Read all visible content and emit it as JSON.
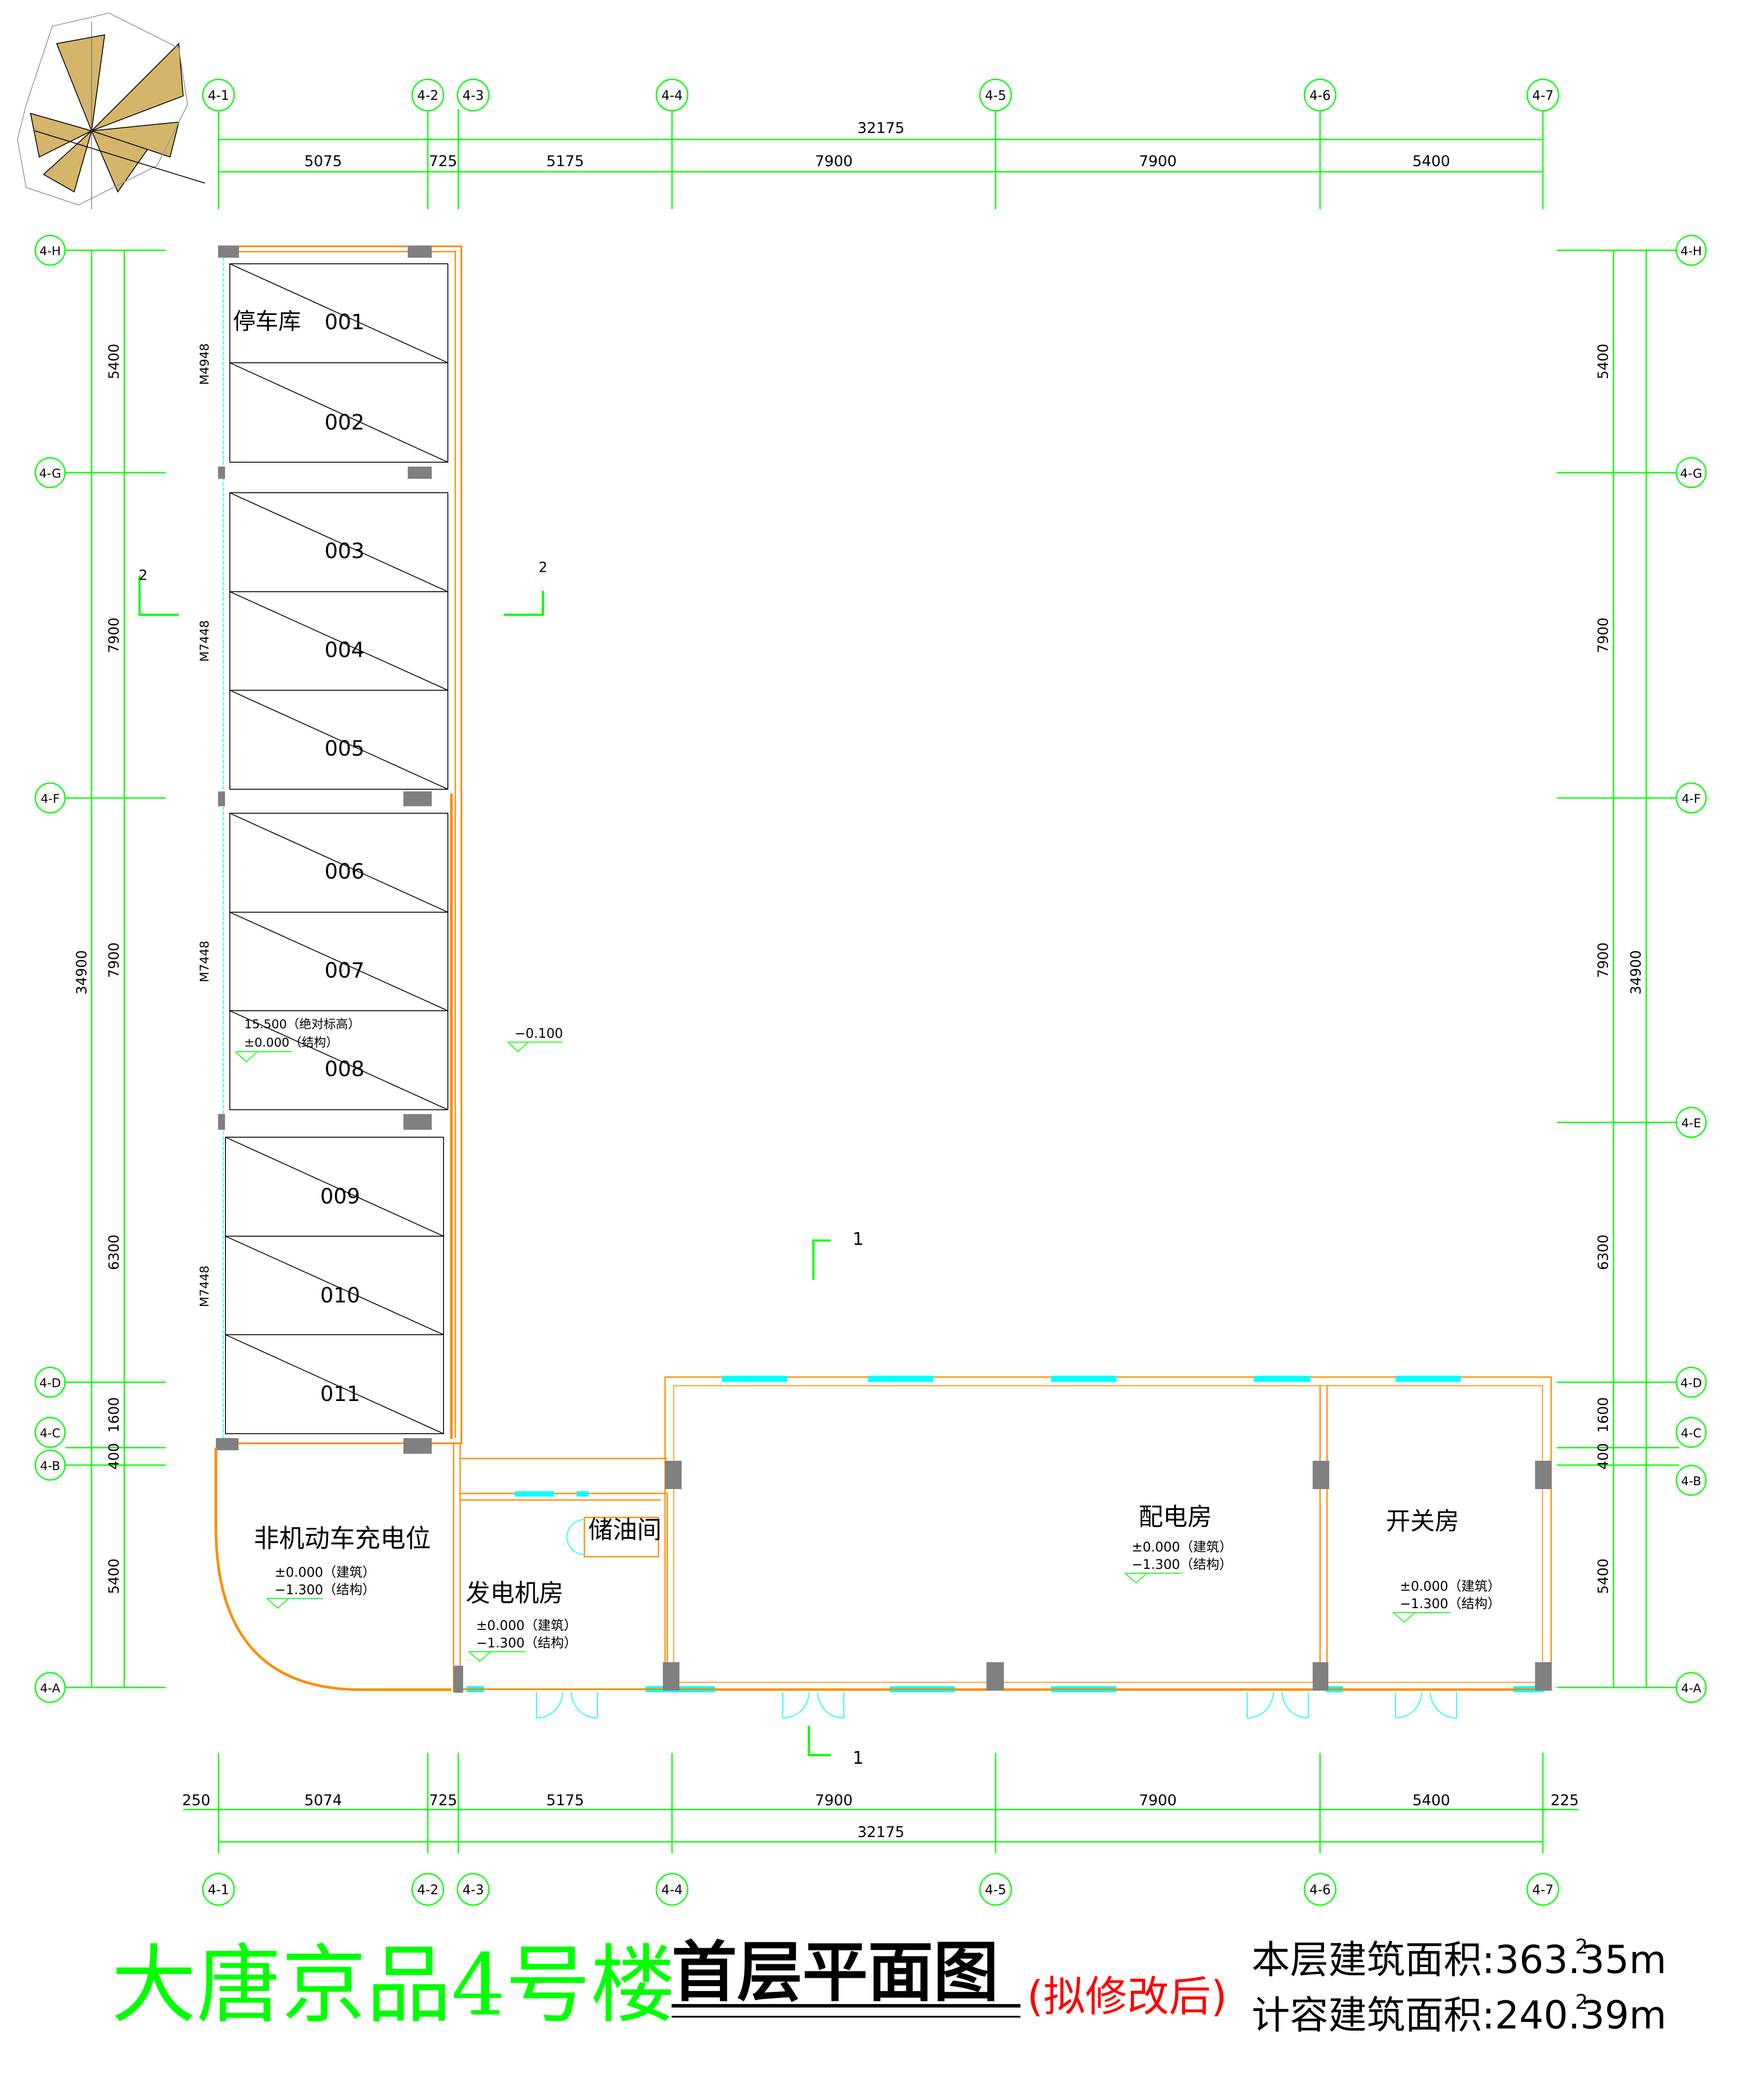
{
  "colors": {
    "dim": "#00ff00",
    "wall": "#ff8c00",
    "window": "#00ffff",
    "column": "#808080",
    "text": "#000000",
    "title_green": "#00ff00",
    "title_red": "#ff0000",
    "rooms": "#000000"
  },
  "axes_top": [
    "4-1",
    "4-2",
    "4-3",
    "4-4",
    "4-5",
    "4-6",
    "4-7"
  ],
  "axes_side": [
    "4-H",
    "4-G",
    "4-F",
    "4-E",
    "4-D",
    "4-C",
    "4-B",
    "4-A"
  ],
  "dims_top": {
    "total": "32175",
    "segments": [
      "5075",
      "725",
      "5175",
      "7900",
      "7900",
      "5400"
    ]
  },
  "dims_bottom": {
    "total": "32175",
    "segments": [
      "250",
      "5074",
      "725",
      "5175",
      "7900",
      "7900",
      "5400",
      "225"
    ]
  },
  "dims_left": {
    "total": "34900",
    "segments": [
      "5400",
      "7900",
      "7900",
      "6300",
      "1600",
      "400",
      "5400"
    ]
  },
  "dims_right": {
    "total": "34900",
    "segments": [
      "5400",
      "7900",
      "7900",
      "6300",
      "1600",
      "400",
      "5400"
    ]
  },
  "garage": {
    "label": "停车库",
    "spaces": [
      "001",
      "002",
      "003",
      "004",
      "005",
      "006",
      "007",
      "008",
      "009",
      "010",
      "011"
    ],
    "doors": [
      "M4948",
      "M7448",
      "M7448",
      "M7448"
    ],
    "elev_abs": "15.500（绝对标高）",
    "elev_struct": "±0.000（结构）"
  },
  "ground_elev": "−0.100",
  "section_marks": {
    "s2": "2",
    "s1": "1"
  },
  "rooms": {
    "bike": {
      "name": "非机动车充电位",
      "e1": "±0.000（建筑）",
      "e2": "−1.300（结构）"
    },
    "generator": {
      "name": "发电机房",
      "e1": "±0.000（建筑）",
      "e2": "−1.300（结构）"
    },
    "oil": {
      "name": "储油间"
    },
    "power": {
      "name": "配电房",
      "e1": "±0.000（建筑）",
      "e2": "−1.300（结构）"
    },
    "switch": {
      "name": "开关房",
      "e1": "±0.000（建筑）",
      "e2": "−1.300（结构）"
    }
  },
  "title": {
    "project": "大唐京品4号楼",
    "drawing": "首层平面图",
    "note": "(拟修改后)",
    "area1": "本层建筑面积:363.35m",
    "area2": "计容建筑面积:240.39m",
    "sup": "2"
  }
}
